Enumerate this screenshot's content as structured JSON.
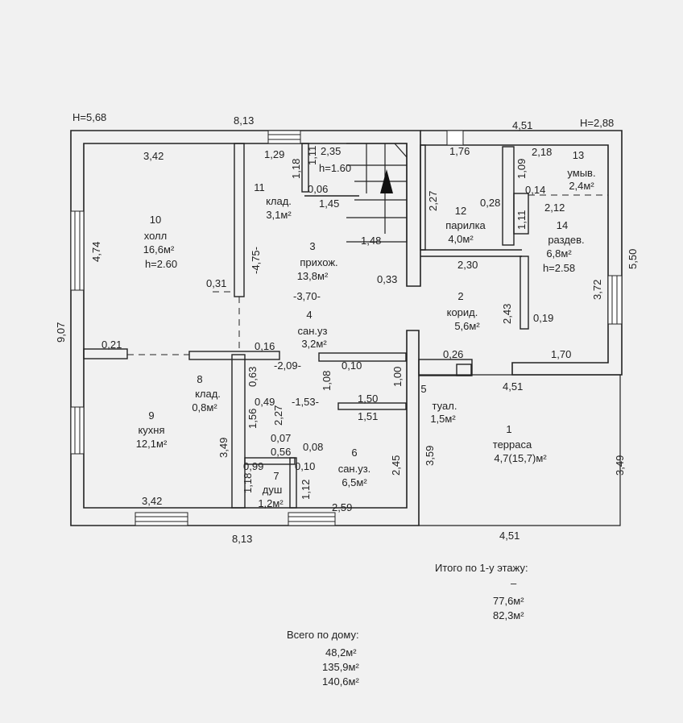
{
  "header": {
    "height_left": "H=5,68",
    "height_right": "H=2,88"
  },
  "dims": {
    "top_left": "8,13",
    "top_right": "4,51",
    "top_342": "3,42",
    "d129": "1,29",
    "d235": "2,35",
    "d176": "1,76",
    "d218": "2,18",
    "d118a": "1,18",
    "d111a": "1,11",
    "d160": "h=1.60",
    "d006": "0,06",
    "d145": "1,45",
    "d227": "2,27",
    "d028": "0,28",
    "d109": "1,09",
    "d014": "0,14",
    "d212": "2,12",
    "d111b": "1,11",
    "left_474": "4,74",
    "left_907": "9,07",
    "d031": "0,31",
    "d475": "-4,75-",
    "d148": "1,48",
    "d033": "0,33",
    "d230": "2,30",
    "right_550": "5,50",
    "d372": "3,72",
    "d370": "-3,70-",
    "d243": "2,43",
    "d019": "0,19",
    "d021": "0,21",
    "d016": "0,16",
    "d026": "0,26",
    "d170": "1,70",
    "d209": "-2,09-",
    "d063": "0,63",
    "d010a": "0,10",
    "d108": "1,08",
    "d100": "1,00",
    "d451b": "4,51",
    "d049": "0,49",
    "d153": "-1,53-",
    "d150": "1,50",
    "d151": "1,51",
    "d156": "1,56",
    "d227b": "2,27",
    "d349": "3,49",
    "d359": "3,59",
    "d349r": "3,49",
    "d007": "0,07",
    "d056": "0,56",
    "d008": "0,08",
    "d099": "0,99",
    "d010b": "0,10",
    "d118b": "1,18",
    "d112": "1,12",
    "d245": "2,45",
    "bottom_342": "3,42",
    "d259": "2,59",
    "bottom_813": "8,13",
    "bottom_451": "4,51"
  },
  "rooms": [
    {
      "num": "10",
      "name": "холл",
      "area": "16,6м²",
      "height": "h=2.60"
    },
    {
      "num": "11",
      "name": "клад.",
      "area": "3,1м²"
    },
    {
      "num": "3",
      "name": "прихож.",
      "area": "13,8м²"
    },
    {
      "num": "12",
      "name": "парилка",
      "area": "4,0м²"
    },
    {
      "num": "13",
      "name": "умыв.",
      "area": "2,4м²"
    },
    {
      "num": "14",
      "name": "раздев.",
      "area": "6,8м²",
      "height": "h=2.58"
    },
    {
      "num": "2",
      "name": "корид.",
      "area": "5,6м²"
    },
    {
      "num": "4",
      "name": "сан.уз",
      "area": "3,2м²"
    },
    {
      "num": "8",
      "name": "клад.",
      "area": "0,8м²"
    },
    {
      "num": "9",
      "name": "кухня",
      "area": "12,1м²"
    },
    {
      "num": "5",
      "name": "туал.",
      "area": "1,5м²"
    },
    {
      "num": "1",
      "name": "терраса",
      "area": "4,7(15,7)м²"
    },
    {
      "num": "6",
      "name": "сан.уз.",
      "area": "6,5м²"
    },
    {
      "num": "7",
      "name": "душ",
      "area": "1,2м²"
    }
  ],
  "totals": {
    "floor_label": "Итого по 1-у этажу:",
    "floor_dash": "–",
    "floor_values": [
      "77,6м²",
      "82,3м²"
    ],
    "house_label": "Всего по дому:",
    "house_values": [
      "48,2м²",
      "135,9м²",
      "140,6м²"
    ]
  }
}
